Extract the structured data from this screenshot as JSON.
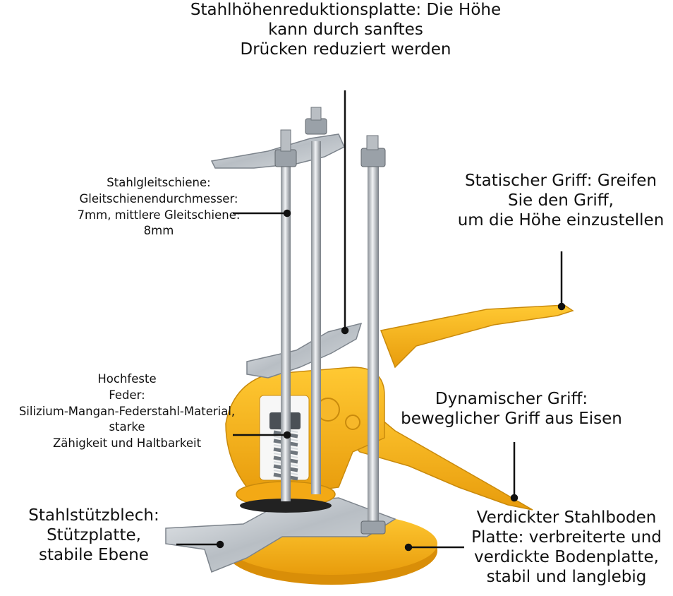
{
  "labels": {
    "top": {
      "lines": [
        "Stahlhöhenreduktionsplatte: Die Höhe",
        "kann durch sanftes",
        "Drücken reduziert werden"
      ]
    },
    "rail": {
      "lines": [
        "Stahlgleitschiene:",
        "Gleitschienendurchmesser:",
        "7mm, mittlere Gleitschiene:",
        "8mm"
      ]
    },
    "static_grip": {
      "lines": [
        "Statischer Griff: Greifen",
        "Sie den Griff,",
        "um die Höhe einzustellen"
      ]
    },
    "spring": {
      "lines": [
        "Hochfeste",
        "Feder:",
        "Silizium-Mangan-Federstahl-Material,",
        "starke",
        "Zähigkeit und Haltbarkeit"
      ]
    },
    "dynamic_grip": {
      "lines": [
        "Dynamischer Griff:",
        "beweglicher Griff aus Eisen"
      ]
    },
    "support_plate": {
      "lines": [
        "Stahlstützblech:",
        "Stützplatte,",
        "stabile Ebene"
      ]
    },
    "base_plate": {
      "lines": [
        "Verdickter Stahlboden",
        "Platte: verbreiterte und",
        "verdickte Bodenplatte,",
        "stabil und langlebig"
      ]
    }
  },
  "colors": {
    "yellow": "#f5b21a",
    "yellow_dark": "#c98a0c",
    "steel": "#c4c8cd",
    "steel_dark": "#7d848c",
    "line": "#111111"
  }
}
